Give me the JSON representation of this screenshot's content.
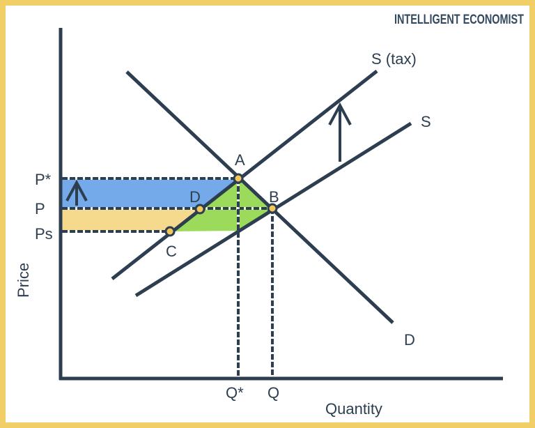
{
  "brand": "INTELLIGENT ECONOMIST",
  "colors": {
    "border": "#f2cf66",
    "ink": "#2c3e50",
    "consumer_area": "#74a9ea",
    "producer_area": "#f5d98d",
    "deadweight_area": "#9bda5a",
    "point_fill": "#f2c85e"
  },
  "chart_data": {
    "type": "line",
    "title": "",
    "xlabel": "Quantity",
    "ylabel": "Price",
    "grid": false,
    "legend": "none",
    "x_ticks": [
      "Q*",
      "Q"
    ],
    "y_ticks": [
      "P*",
      "P",
      "Ps"
    ],
    "axes": {
      "y_axis": [
        [
          87,
          40
        ],
        [
          87,
          545
        ]
      ],
      "x_axis": [
        [
          85,
          543
        ],
        [
          722,
          543
        ]
      ]
    },
    "series": [
      {
        "name": "S (tax)",
        "role": "supply-with-tax-curve",
        "points": [
          [
            161,
            400
          ],
          [
            541,
            102
          ]
        ]
      },
      {
        "name": "S",
        "role": "supply-curve",
        "points": [
          [
            195,
            424
          ],
          [
            590,
            177
          ]
        ]
      },
      {
        "name": "D",
        "role": "demand-curve",
        "points": [
          [
            182,
            103
          ],
          [
            564,
            463
          ]
        ]
      }
    ],
    "regions": [
      {
        "role": "consumer-tax-area",
        "color": "#74a9ea",
        "points": [
          [
            89,
            256
          ],
          [
            342,
            256
          ],
          [
            287,
            300
          ],
          [
            89,
            300
          ]
        ]
      },
      {
        "role": "producer-tax-area",
        "color": "#f5d98d",
        "points": [
          [
            89,
            300
          ],
          [
            287,
            300
          ],
          [
            244,
            332
          ],
          [
            89,
            332
          ]
        ]
      },
      {
        "role": "deadweight-loss-area",
        "color": "#9bda5a",
        "points": [
          [
            342,
            256
          ],
          [
            391,
            299
          ],
          [
            342,
            331
          ],
          [
            244,
            332
          ]
        ]
      }
    ],
    "guides": [
      {
        "role": "p-star-guide",
        "points": [
          [
            89,
            256
          ],
          [
            342,
            256
          ]
        ]
      },
      {
        "role": "p-guide",
        "points": [
          [
            89,
            299
          ],
          [
            391,
            299
          ]
        ]
      },
      {
        "role": "ps-guide",
        "points": [
          [
            89,
            332
          ],
          [
            244,
            332
          ]
        ]
      },
      {
        "role": "q-star-guide",
        "points": [
          [
            342,
            256
          ],
          [
            342,
            541
          ]
        ]
      },
      {
        "role": "q-guide",
        "points": [
          [
            391,
            299
          ],
          [
            391,
            541
          ]
        ]
      }
    ],
    "arrows": [
      {
        "role": "supply-shift-arrow",
        "shaft": [
          [
            488,
            232
          ],
          [
            488,
            153
          ]
        ],
        "head": [
          [
            473,
            179
          ],
          [
            488,
            151
          ],
          [
            503,
            179
          ]
        ]
      },
      {
        "role": "price-increase-arrow",
        "shaft": [
          [
            110,
            295
          ],
          [
            110,
            263
          ]
        ],
        "head": [
          [
            96,
            288
          ],
          [
            110,
            262
          ],
          [
            124,
            288
          ]
        ]
      }
    ],
    "points": [
      {
        "name": "A",
        "x": 342,
        "y": 256
      },
      {
        "name": "B",
        "x": 391,
        "y": 299
      },
      {
        "name": "D",
        "x": 287,
        "y": 300
      },
      {
        "name": "C",
        "x": 244,
        "y": 332
      }
    ],
    "labels": {
      "s_tax": "S (tax)",
      "s": "S",
      "d": "D",
      "a": "A",
      "b": "B",
      "point_d": "D",
      "c": "C",
      "p_star": "P*",
      "p": "P",
      "ps": "Ps",
      "q_star": "Q*",
      "q": "Q"
    }
  }
}
